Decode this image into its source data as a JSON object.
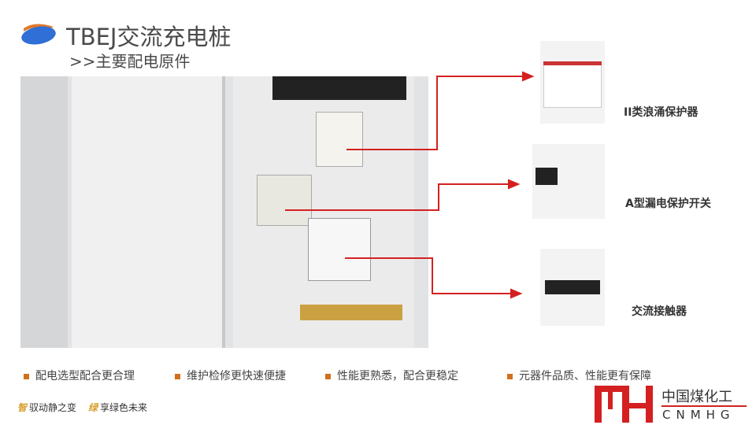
{
  "header": {
    "title": "TBEJ交流充电桩",
    "subtitle": ">>主要配电原件"
  },
  "components": [
    {
      "label": "II类浪涌保护器",
      "icon": "surge-protector"
    },
    {
      "label": "A型漏电保护开关",
      "icon": "residual-current-breaker"
    },
    {
      "label": "交流接触器",
      "icon": "ac-contactor"
    }
  ],
  "bullets": [
    "配电选型配合更合理",
    "维护检修更快速便捷",
    "性能更熟悉，配合更稳定",
    "元器件品质、性能更有保障"
  ],
  "slogans": [
    {
      "mark": "智",
      "text": "驭动静之变"
    },
    {
      "mark": "绿",
      "text": "享绿色未来"
    }
  ],
  "brand": {
    "name": "中国煤化工",
    "latin": "CNMHG"
  },
  "colors": {
    "accent": "#d42020",
    "bullet": "#d0701c",
    "logo_blue": "#2f6fd6"
  }
}
